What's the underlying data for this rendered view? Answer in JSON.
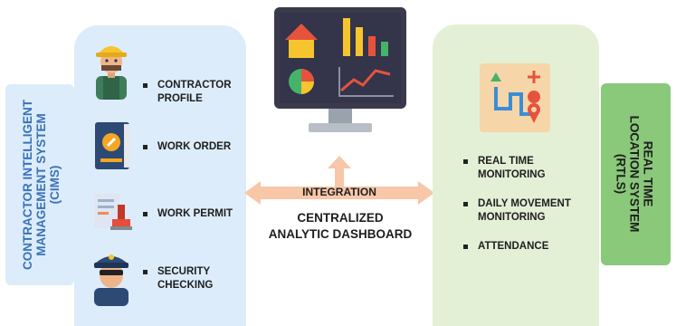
{
  "colors": {
    "cims_blue": "#3b72b8",
    "cims_panel": "#dcecfb",
    "rtls_panel": "#e3f0d6",
    "rtls_tab": "#8ac87a",
    "arrow": "#f7c7a8",
    "screen": "#3a3a4c"
  },
  "cims": {
    "title": "CONTRACTOR INTELLIGENT\nMANAGEMENT SYSTEM\n(CIMS)",
    "items": [
      {
        "icon": "contractor-worker-icon",
        "label": "CONTRACTOR\nPROFILE"
      },
      {
        "icon": "work-order-book-icon",
        "label": "WORK ORDER"
      },
      {
        "icon": "permit-stamp-icon",
        "label": "WORK PERMIT"
      },
      {
        "icon": "security-guard-icon",
        "label": "SECURITY\nCHECKING"
      }
    ]
  },
  "center": {
    "monitor_icon": "dashboard-monitor-icon",
    "integration": "INTEGRATION",
    "dashboard": "CENTRALIZED\nANALYTIC DASHBOARD"
  },
  "rtls": {
    "title": "REAL TIME\nLOCATION SYSTEM\n(RTLS)",
    "map_icon": "location-map-icon",
    "items": [
      {
        "label": "REAL TIME\nMONITORING"
      },
      {
        "label": "DAILY MOVEMENT\nMONITORING"
      },
      {
        "label": "ATTENDANCE"
      }
    ]
  }
}
